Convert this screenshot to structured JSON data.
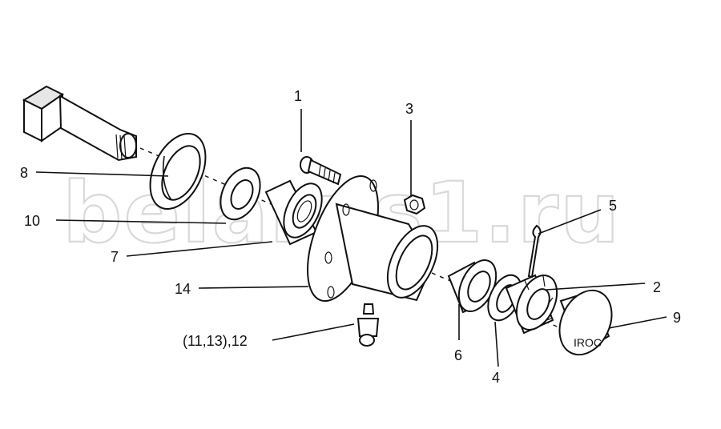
{
  "watermark": "belarus1.ru",
  "callouts": [
    {
      "id": "1",
      "text": "1"
    },
    {
      "id": "2",
      "text": "2"
    },
    {
      "id": "3",
      "text": "3"
    },
    {
      "id": "4",
      "text": "4"
    },
    {
      "id": "5",
      "text": "5"
    },
    {
      "id": "6",
      "text": "6"
    },
    {
      "id": "7",
      "text": "7"
    },
    {
      "id": "8",
      "text": "8"
    },
    {
      "id": "9",
      "text": "9"
    },
    {
      "id": "10",
      "text": "10"
    },
    {
      "id": "12",
      "text": "(11,13),12"
    },
    {
      "id": "14",
      "text": "14"
    }
  ],
  "cap_marking": "IROC"
}
